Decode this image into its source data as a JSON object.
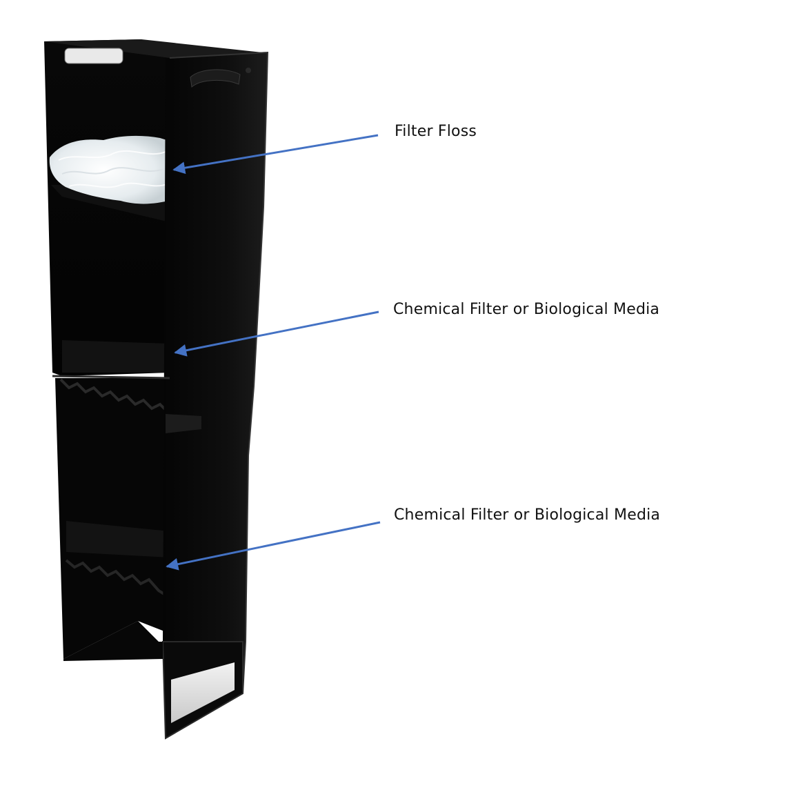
{
  "callouts": [
    {
      "label": "Filter Floss"
    },
    {
      "label": "Chemical Filter or Biological Media"
    },
    {
      "label": "Chemical Filter or Biological Media"
    }
  ],
  "colors": {
    "arrow": "#4472C4",
    "cabinet": "#0b0b0b",
    "cabinet_edge": "#1e1e1e",
    "floss": "#eef2f4",
    "background": "#ffffff"
  }
}
